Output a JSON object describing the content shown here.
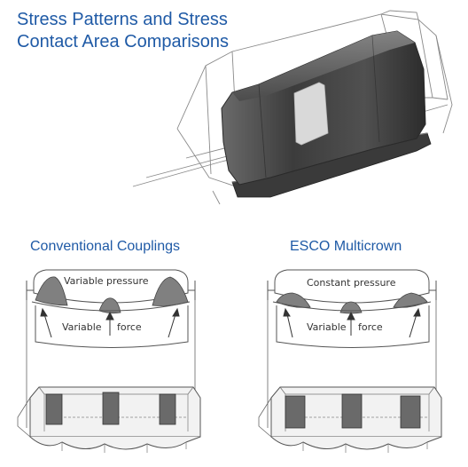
{
  "title": {
    "line1": "Stress Patterns and Stress",
    "line2": "Contact Area Comparisons"
  },
  "panels": {
    "left": {
      "heading": "Conventional Couplings",
      "pressure_label": "Variable pressure",
      "force_left": "Variable",
      "force_right": "force"
    },
    "right": {
      "heading": "ESCO Multicrown",
      "pressure_label": "Constant pressure",
      "force_left": "Variable",
      "force_right": "force"
    }
  },
  "colors": {
    "title_blue": "#1f5aa6",
    "tooth_dark": "#4a4a4a",
    "contact_light": "#d6d6d6",
    "pressure_grey": "#808080",
    "outline": "#555555"
  }
}
